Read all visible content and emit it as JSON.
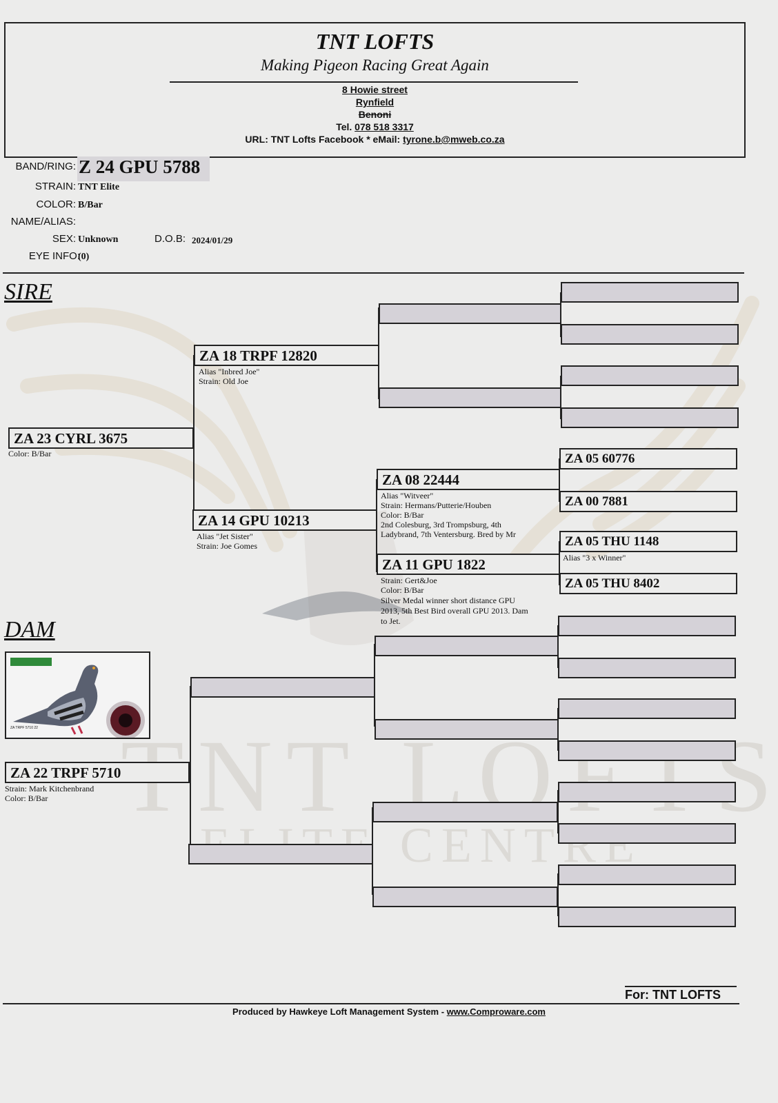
{
  "header": {
    "title": "TNT LOFTS",
    "subtitle": "Making Pigeon Racing Great Again",
    "address1": "8 Howie street",
    "address2": "Rynfield",
    "address3": "Benoni",
    "tel_label": "Tel.",
    "tel": "078 518 3317",
    "url_line_prefix": "URL: TNT Lofts Facebook * eMail:",
    "email": "tyrone.b@mweb.co.za"
  },
  "bird": {
    "band_label": "BAND/RING:",
    "band": "Z 24 GPU 5788",
    "strain_label": "STRAIN:",
    "strain": "TNT Elite",
    "color_label": "COLOR:",
    "color": "B/Bar",
    "name_label": "NAME/ALIAS:",
    "sex_label": "SEX:",
    "sex": "Unknown",
    "dob_label": "D.O.B:",
    "dob": "2024/01/29",
    "eye_label": "EYE INFO:",
    "eye": "(0)"
  },
  "sections": {
    "sire": "SIRE",
    "dam": "DAM"
  },
  "sire": {
    "band": "ZA 23 CYRL 3675",
    "l1": "Color: B/Bar",
    "sire": {
      "band": "ZA 18 TRPF 12820",
      "l1": "Alias \"Inbred Joe\"",
      "l2": "Strain: Old Joe"
    },
    "dam": {
      "band": "ZA 14 GPU 10213",
      "l1": "Alias \"Jet Sister\"",
      "l2": "Strain: Joe Gomes"
    },
    "dam_sire": {
      "band": "ZA 08  22444",
      "l1": "Alias \"Witveer\"",
      "l2": "Strain: Hermans/Putterie/Houben",
      "l3": "Color: B/Bar",
      "l4": "2nd Colesburg, 3rd Trompsburg, 4th",
      "l5": "Ladybrand, 7th Ventersburg. Bred by Mr"
    },
    "dam_dam": {
      "band": "ZA 11 GPU 1822",
      "l1": "Strain: Gert&Joe",
      "l2": "Color: B/Bar",
      "l3": "Silver Medal winner short distance GPU",
      "l4": "2013, 5th Best Bird overall GPU 2013. Dam",
      "l5": "to Jet."
    },
    "gen4": [
      {
        "band": "ZA 05  60776"
      },
      {
        "band": "ZA 00  7881"
      },
      {
        "band": "ZA 05 THU 1148",
        "l1": "Alias \"3 x Winner\""
      },
      {
        "band": "ZA 05 THU 8402"
      }
    ]
  },
  "dam": {
    "band": "ZA 22 TRPF 5710",
    "l1": "Strain: Mark Kitchenbrand",
    "l2": "Color: B/Bar",
    "photo_caption": "ZA TRPF 5710 22"
  },
  "watermark": {
    "line1": "TNT LOFTS",
    "line2": "ELITE CENTRE"
  },
  "footer": {
    "for": "For: TNT LOFTS",
    "produced": "Produced by Hawkeye Loft Management System - ",
    "url": "www.Comproware.com"
  }
}
